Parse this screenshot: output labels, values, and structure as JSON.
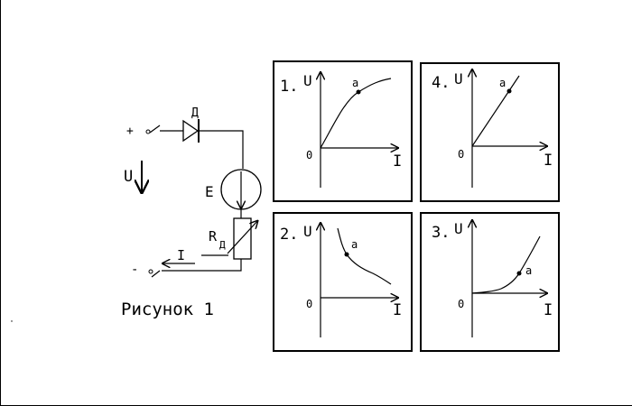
{
  "circuit": {
    "plus": "+",
    "minus": "-",
    "voltage": "U",
    "diode": "Д",
    "emf": "E",
    "resistor_main": "R",
    "resistor_sub": "Д",
    "current": "I"
  },
  "caption": "Рисунок 1",
  "graphs": [
    {
      "title": "1.",
      "y_axis": "U",
      "x_axis": "I",
      "origin": "0",
      "point": "a"
    },
    {
      "title": "4.",
      "y_axis": "U",
      "x_axis": "I",
      "origin": "0",
      "point": "a"
    },
    {
      "title": "2.",
      "y_axis": "U",
      "x_axis": "I",
      "origin": "0",
      "point": "a"
    },
    {
      "title": "3.",
      "y_axis": "U",
      "x_axis": "I",
      "origin": "0",
      "point": "a"
    }
  ]
}
